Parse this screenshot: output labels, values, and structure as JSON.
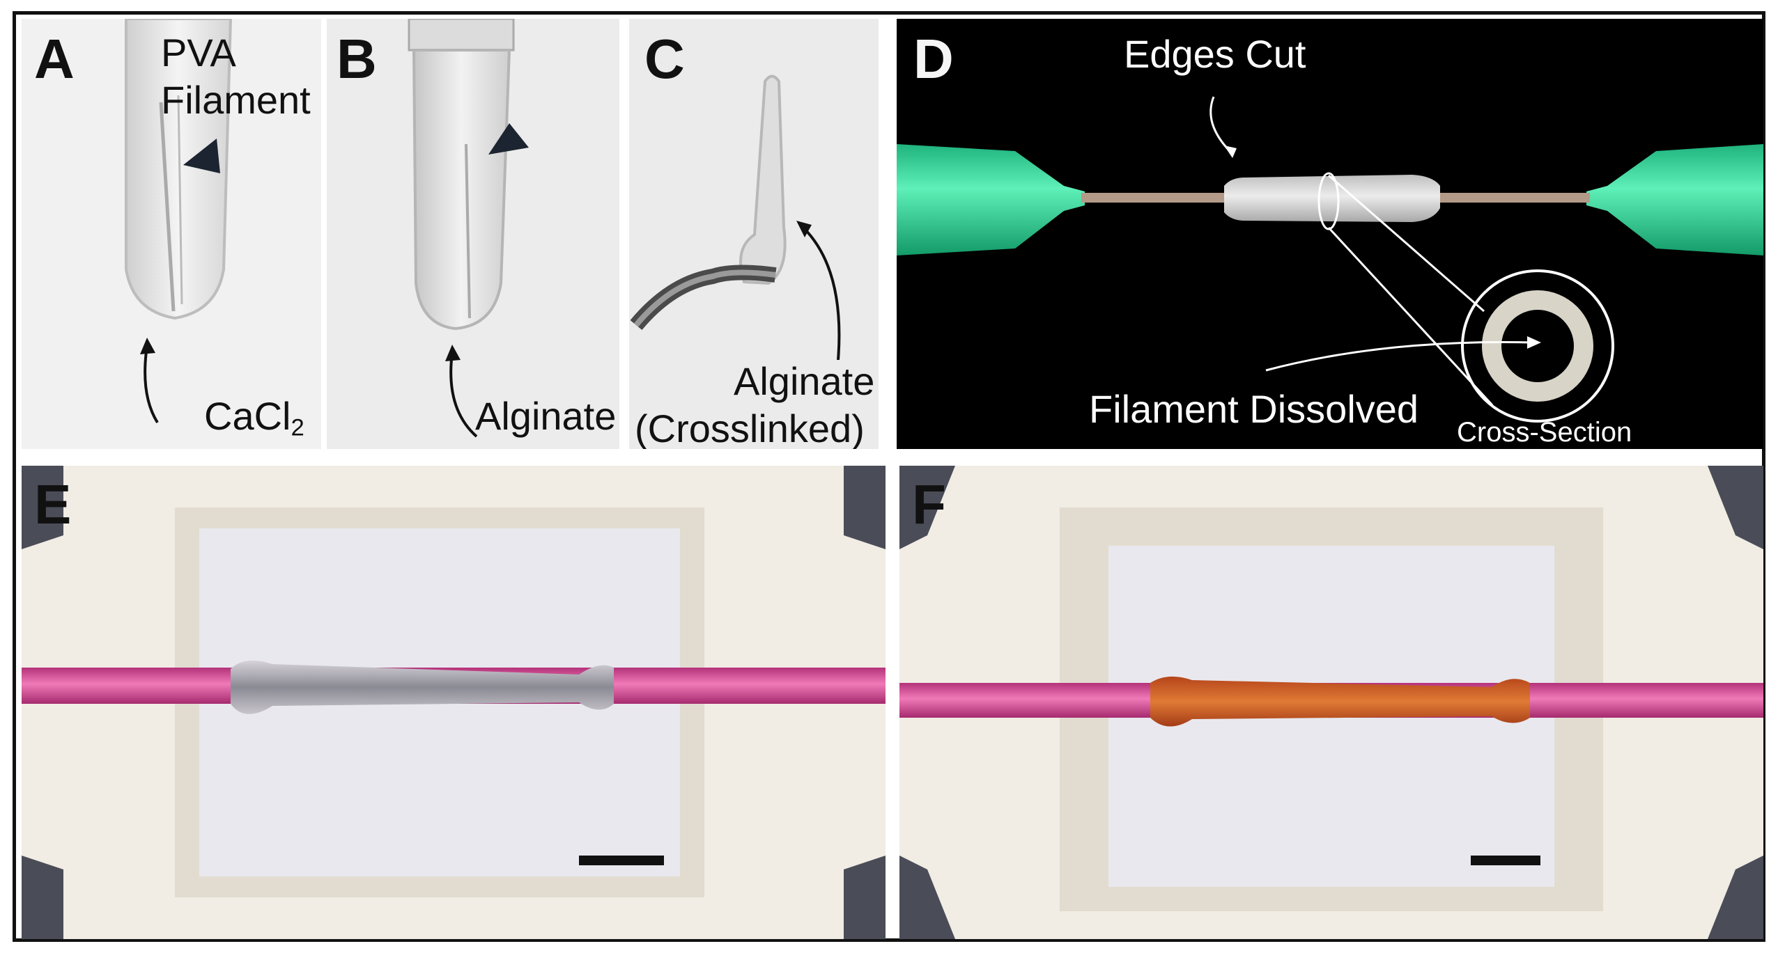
{
  "panels": {
    "a": {
      "letter": "A",
      "label_line1": "PVA",
      "label_line2": "Filament",
      "label_bottom": "CaCl",
      "label_bottom_sub": "2"
    },
    "b": {
      "letter": "B",
      "label_bottom": "Alginate"
    },
    "c": {
      "letter": "C",
      "label_line1": "Alginate",
      "label_line2": "(Crosslinked)"
    },
    "d": {
      "letter": "D",
      "label_top": "Edges Cut",
      "label_mid": "Filament Dissolved",
      "label_cross": "Cross-Section"
    },
    "e": {
      "letter": "E"
    },
    "f": {
      "letter": "F"
    }
  },
  "colors": {
    "frame": "#111111",
    "needle_green": "#2fd69c",
    "tube_pink": "#d94f9a",
    "holder_white": "#f1ece4",
    "tissue_orange": "#d8682c",
    "panel_d_bg": "#000000"
  }
}
